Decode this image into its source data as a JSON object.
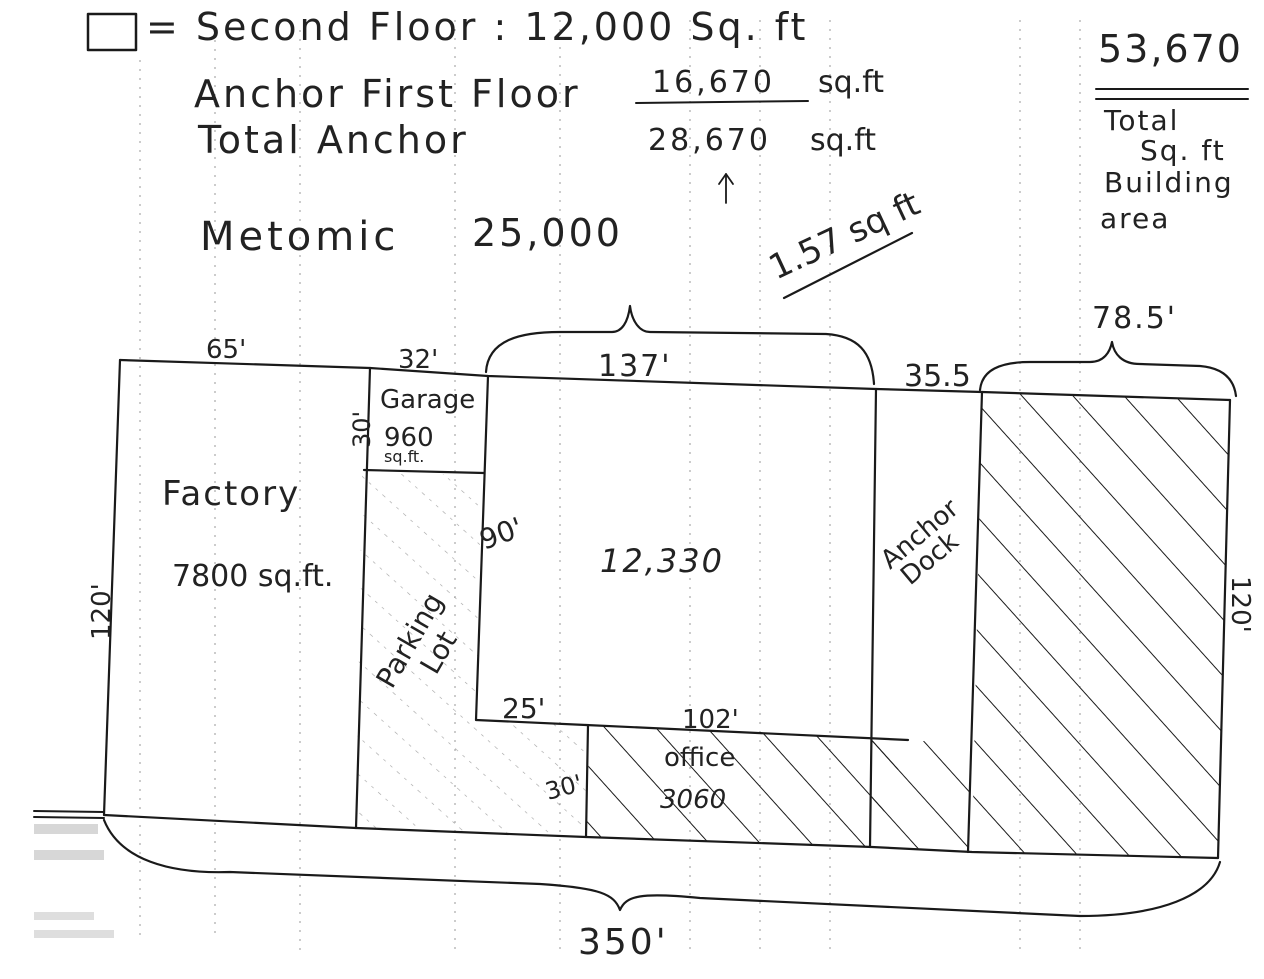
{
  "legend": {
    "symbol": "hatched-box-icon",
    "text": "= Second Floor : 12,000 Sq. ft"
  },
  "anchor_first_floor": {
    "label": "Anchor First Floor",
    "value": "16,670",
    "unit": "sq.ft"
  },
  "total_anchor": {
    "label": "Total Anchor",
    "value": "28,670",
    "unit": "sq.ft"
  },
  "metomic": {
    "label": "Metomic",
    "value": "25,000"
  },
  "ratio_note": "1.57 sq ft",
  "total_building": {
    "value": "53,670",
    "line1": "Total",
    "line2": "Sq. ft",
    "line3": "Building",
    "line4": "area"
  },
  "dimensions": {
    "factory_width": "65'",
    "garage_width": "32'",
    "center_width": "137'",
    "dock_width": "35.5",
    "right_width": "78.5'",
    "garage_depth": "30'",
    "center_depth": "90'",
    "left_depth": "120'",
    "right_depth": "120'",
    "notch_width": "25'",
    "office_width": "102'",
    "office_depth": "30'",
    "total_length": "350'"
  },
  "areas": {
    "factory_label": "Factory",
    "factory_area": "7800 sq.ft.",
    "garage_label": "Garage",
    "garage_area": "960",
    "garage_unit": "sq.ft.",
    "parking_line1": "Parking",
    "parking_line2": "Lot",
    "center_area": "12,330",
    "dock_line1": "Anchor",
    "dock_line2": "Dock",
    "office_label": "office",
    "office_area": "3060"
  },
  "colors": {
    "ink": "#1a1a1a",
    "paper": "#ffffff"
  }
}
